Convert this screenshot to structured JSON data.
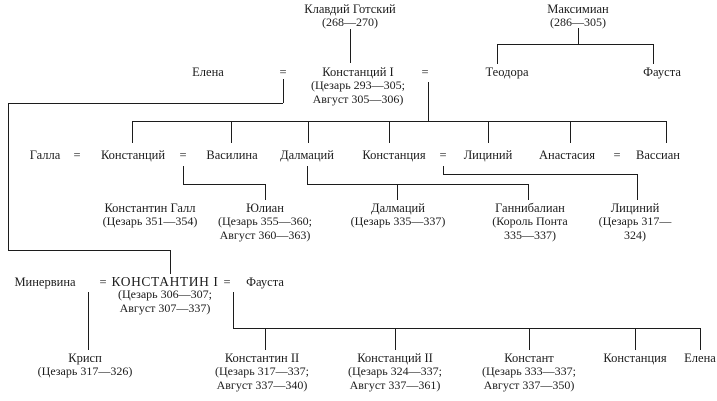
{
  "diagram": {
    "type": "family-tree",
    "language": "Russian",
    "marriage_symbol": "=",
    "colors": {
      "ink": "#1c1c1c",
      "background": "#ffffff"
    }
  },
  "people": {
    "klavdiy_gotskiy": {
      "name": "Клавдий Готский",
      "dates": "(268—270)"
    },
    "maksimian": {
      "name": "Максимиан",
      "dates": "(286—305)"
    },
    "elena_1": {
      "name": "Елена"
    },
    "konstantsiy_1": {
      "name": "Констанций I",
      "dates": "(Цезарь 293—305;\nАвгуст 305—306)"
    },
    "teodora": {
      "name": "Теодора"
    },
    "fausta_1": {
      "name": "Фауста"
    },
    "galla": {
      "name": "Галла"
    },
    "konstantsiy_sr": {
      "name": "Констанций"
    },
    "vasilina": {
      "name": "Василина"
    },
    "dalmatsiy_1": {
      "name": "Далмаций"
    },
    "konstantsiya_1": {
      "name": "Констанция"
    },
    "litsiniy_1": {
      "name": "Лициний"
    },
    "anastasiya": {
      "name": "Анастасия"
    },
    "vassian": {
      "name": "Вассиан"
    },
    "konstantin_gall": {
      "name": "Константин Галл",
      "dates": "(Цезарь 351—354)"
    },
    "yulian": {
      "name": "Юлиан",
      "dates": "(Цезарь 355—360;\nАвгуст 360—363)"
    },
    "dalmatsiy_2": {
      "name": "Далмаций",
      "dates": "(Цезарь 335—337)"
    },
    "gannibalian": {
      "name": "Ганнибалиан",
      "dates": "(Король Понта\n335—337)"
    },
    "litsiniy_2": {
      "name": "Лициний",
      "dates": "(Цезарь 317—324)"
    },
    "minervina": {
      "name": "Минервина"
    },
    "konstantin_1": {
      "name": "КОНСТАНТИН I",
      "dates": "(Цезарь 306—307;\nАвгуст 307—337)"
    },
    "fausta_2": {
      "name": "Фауста"
    },
    "krisp": {
      "name": "Крисп",
      "dates": "(Цезарь 317—326)"
    },
    "konstantin_2": {
      "name": "Константин II",
      "dates": "(Цезарь 317—337;\nАвгуст 337—340)"
    },
    "konstantsiy_2": {
      "name": "Констанций II",
      "dates": "(Цезарь 324—337;\nАвгуст 337—361)"
    },
    "konstant": {
      "name": "Констант",
      "dates": "(Цезарь 333—337;\nАвгуст 337—350)"
    },
    "konstantsiya_2": {
      "name": "Констанция"
    },
    "elena_2": {
      "name": "Елена"
    }
  }
}
